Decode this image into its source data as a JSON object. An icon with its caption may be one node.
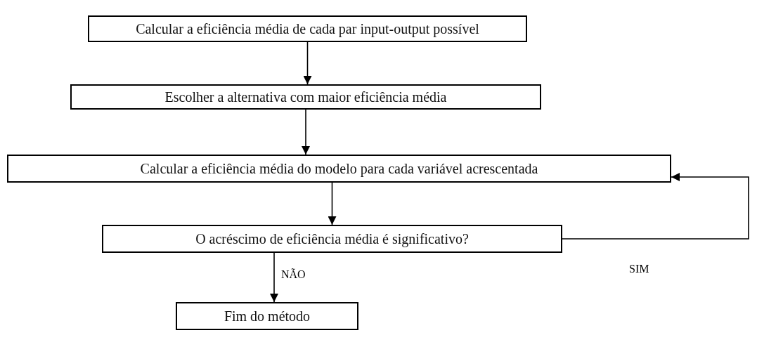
{
  "diagram": {
    "nodes": [
      {
        "text": [
          "Calcular a eficiência média de cada par input-output possível"
        ]
      },
      {
        "text": [
          "Escolher a alternativa com maior eficiência média"
        ]
      },
      {
        "text": [
          "Calcular a eficiência média do modelo para cada variável acrescentada"
        ]
      },
      {
        "text": [
          "O acréscimo de eficiência média é significativo?"
        ]
      },
      {
        "text": [
          "Fim do método"
        ]
      }
    ],
    "edges": [
      {
        "from": 0,
        "to": 1,
        "arrow": "to"
      },
      {
        "from": 1,
        "to": 2,
        "arrow": "to"
      },
      {
        "from": 2,
        "to": 3,
        "arrow": "to"
      },
      {
        "from": 3,
        "to": 4,
        "arrow": "to",
        "label": "NÃO"
      },
      {
        "from": 3,
        "to": 2,
        "arrow": "to",
        "label": "SIM"
      }
    ]
  }
}
